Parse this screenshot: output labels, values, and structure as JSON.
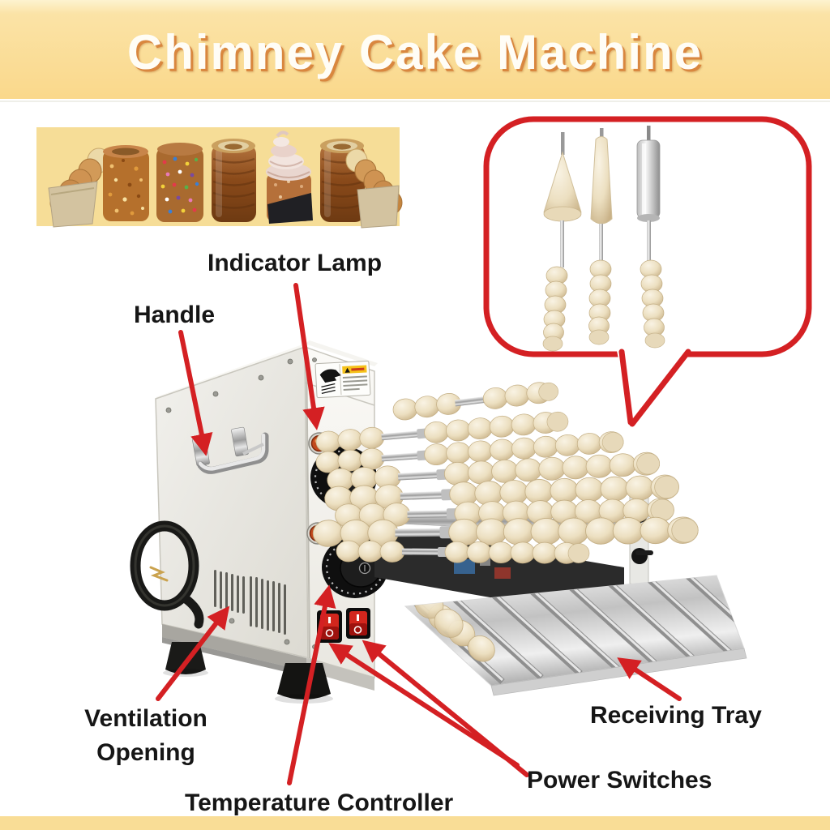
{
  "title": "Chimney Cake Machine",
  "labels": {
    "indicator_lamp": "Indicator Lamp",
    "handle": "Handle",
    "ventilation_line1": "Ventilation",
    "ventilation_line2": "Opening",
    "receiving_tray": "Receiving Tray",
    "power_switches": "Power Switches",
    "temperature_controller": "Temperature Controller"
  },
  "colors": {
    "banner_yellow": "#fad88b",
    "banner_yellow_light": "#fdf3cf",
    "bottom_strip_yellow": "#f9dd96",
    "cakes_panel_yellow": "#f6dd97",
    "accent_red": "#d42023",
    "title_text": "#fffdf6",
    "title_shadow": "#d9873f",
    "label_text": "#161616",
    "wood_cream": "#efe2c6",
    "machine_panel": "#efeeea",
    "switch_red": "#d2261d",
    "lamp_orange": "#c2491c"
  }
}
